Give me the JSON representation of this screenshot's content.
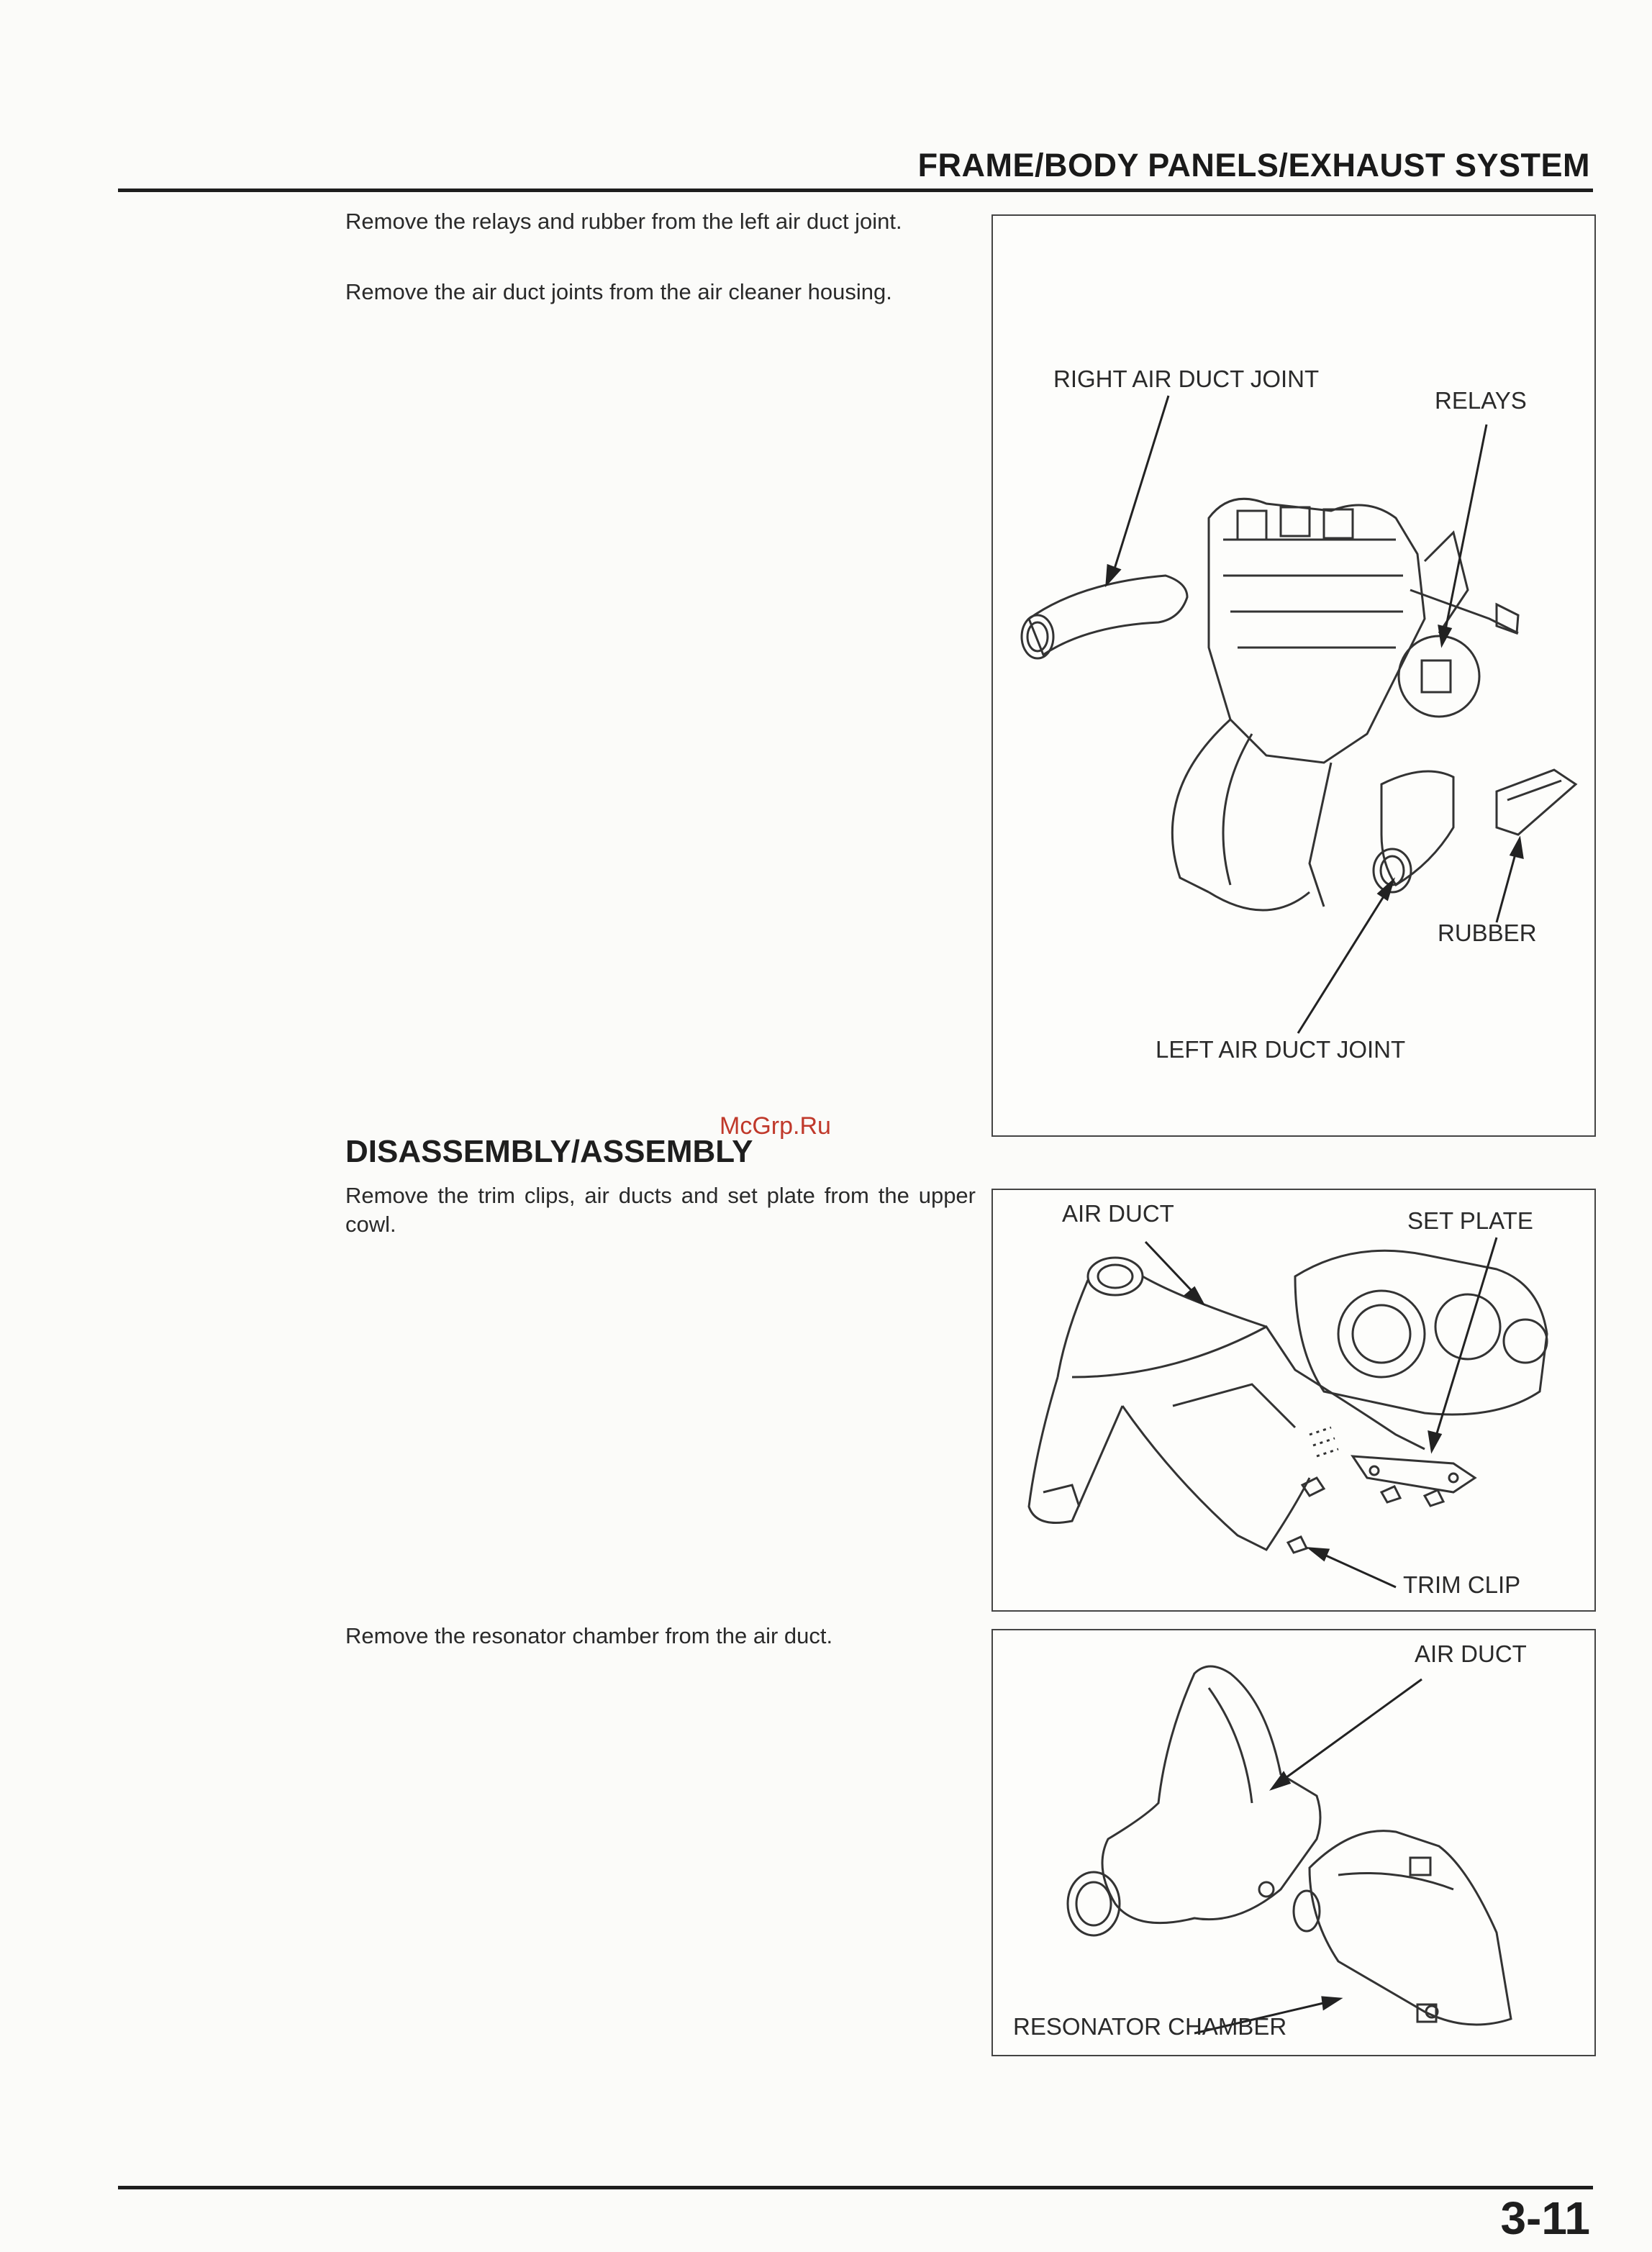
{
  "header": {
    "title": "FRAME/BODY PANELS/EXHAUST SYSTEM"
  },
  "paragraphs": {
    "p1": "Remove the relays and rubber from the left air duct joint.",
    "p2": "Remove the air duct joints from the air cleaner housing.",
    "p3": "Remove the trim clips, air ducts and set plate from the upper cowl.",
    "p4": "Remove the resonator chamber from the air duct."
  },
  "section": {
    "title": "DISASSEMBLY/ASSEMBLY"
  },
  "watermark": "McGrp.Ru",
  "figures": {
    "fig1": {
      "right_air_duct_joint": "RIGHT AIR DUCT JOINT",
      "relays": "RELAYS",
      "rubber": "RUBBER",
      "left_air_duct_joint": "LEFT AIR DUCT JOINT"
    },
    "fig2": {
      "air_duct": "AIR DUCT",
      "set_plate": "SET PLATE",
      "trim_clip": "TRIM CLIP"
    },
    "fig3": {
      "air_duct": "AIR DUCT",
      "resonator_chamber": "RESONATOR CHAMBER"
    }
  },
  "footer": {
    "page_number": "3-11"
  }
}
